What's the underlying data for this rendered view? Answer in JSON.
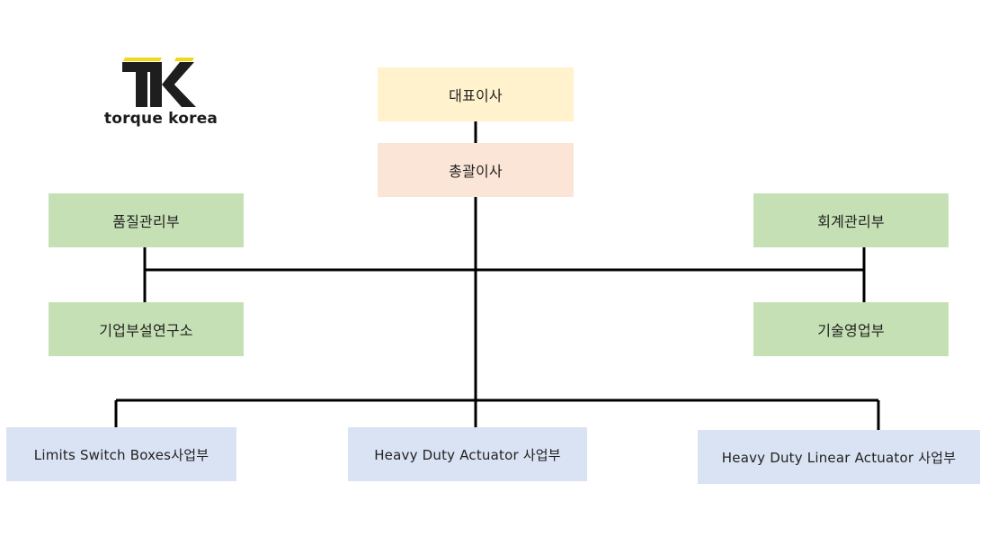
{
  "logo": {
    "mark_letters": "TK",
    "wordmark": "torque korea",
    "colors": {
      "dark": "#1e1e1e",
      "accent": "#f2d81a"
    }
  },
  "colors": {
    "ceo_fill": "#fff2cc",
    "gm_fill": "#fbe5d6",
    "dept_fill": "#c5e0b4",
    "business_fill": "#dae3f3",
    "connector": "#000000"
  },
  "org": {
    "ceo": "대표이사",
    "general_manager": "총괄이사",
    "departments": {
      "quality": "품질관리부",
      "accounting": "회계관리부",
      "rnd": "기업부설연구소",
      "tech_sales": "기술영업부"
    },
    "business_units": {
      "limits_switch": "Limits Switch Boxes사업부",
      "heavy_duty_actuator": "Heavy Duty Actuator 사업부",
      "heavy_duty_linear_actuator": "Heavy Duty Linear Actuator 사업부"
    }
  }
}
